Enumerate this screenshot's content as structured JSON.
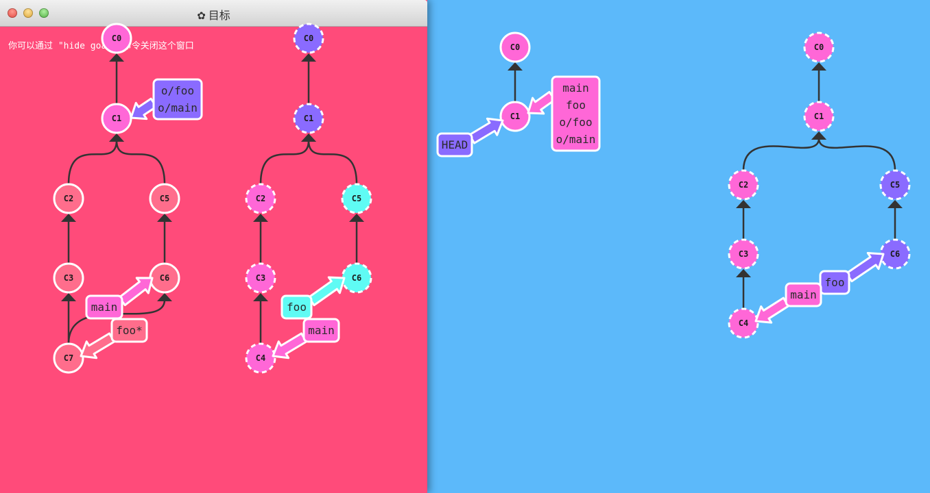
{
  "window": {
    "title": "目标",
    "title_icon": "gear-icon",
    "hint": "你可以通过 \"hide goal\" 命令关闭这个窗口"
  },
  "colors": {
    "window_bg": "#ff4b7a",
    "canvas_bg": "#5cb9fa",
    "pink": "#ff67d7",
    "salmon": "#ff6d8c",
    "purple": "#8a6bff",
    "cyan": "#5ffbf4",
    "edge": "#333333"
  },
  "goal": {
    "local": {
      "commits": [
        {
          "id": "C0",
          "color": "pink",
          "style": "solid"
        },
        {
          "id": "C1",
          "color": "pink",
          "style": "solid"
        },
        {
          "id": "C2",
          "color": "salmon",
          "style": "solid"
        },
        {
          "id": "C5",
          "color": "salmon",
          "style": "solid"
        },
        {
          "id": "C3",
          "color": "salmon",
          "style": "solid"
        },
        {
          "id": "C6",
          "color": "salmon",
          "style": "solid"
        },
        {
          "id": "C7",
          "color": "salmon",
          "style": "solid"
        }
      ],
      "branches": [
        {
          "label": "o/foo\no/main",
          "target": "C1",
          "color": "purple"
        },
        {
          "label": "main",
          "target": "C6",
          "color": "pink"
        },
        {
          "label": "foo*",
          "target": "C7",
          "color": "salmon"
        }
      ]
    },
    "remote": {
      "commits": [
        {
          "id": "C0",
          "color": "purple",
          "style": "dashed"
        },
        {
          "id": "C1",
          "color": "purple",
          "style": "dashed"
        },
        {
          "id": "C2",
          "color": "pink",
          "style": "dashed"
        },
        {
          "id": "C5",
          "color": "cyan",
          "style": "dashed"
        },
        {
          "id": "C3",
          "color": "pink",
          "style": "dashed"
        },
        {
          "id": "C6",
          "color": "cyan",
          "style": "dashed"
        },
        {
          "id": "C4",
          "color": "pink",
          "style": "dashed"
        }
      ],
      "branches": [
        {
          "label": "foo",
          "target": "C6",
          "color": "cyan"
        },
        {
          "label": "main",
          "target": "C4",
          "color": "pink"
        }
      ]
    }
  },
  "current": {
    "local": {
      "commits": [
        {
          "id": "C0",
          "color": "pink",
          "style": "solid"
        },
        {
          "id": "C1",
          "color": "pink",
          "style": "solid"
        }
      ],
      "branches": [
        {
          "label": "main\nfoo\no/foo\no/main",
          "target": "C1",
          "color": "pink"
        },
        {
          "label": "HEAD",
          "target": "C1",
          "color": "purple"
        }
      ]
    },
    "remote": {
      "commits": [
        {
          "id": "C0",
          "color": "pink",
          "style": "dashed"
        },
        {
          "id": "C1",
          "color": "pink",
          "style": "dashed"
        },
        {
          "id": "C2",
          "color": "pink",
          "style": "dashed"
        },
        {
          "id": "C5",
          "color": "purple",
          "style": "dashed"
        },
        {
          "id": "C3",
          "color": "pink",
          "style": "dashed"
        },
        {
          "id": "C6",
          "color": "purple",
          "style": "dashed"
        },
        {
          "id": "C4",
          "color": "pink",
          "style": "dashed"
        }
      ],
      "branches": [
        {
          "label": "foo",
          "target": "C6",
          "color": "purple"
        },
        {
          "label": "main",
          "target": "C4",
          "color": "pink"
        }
      ]
    }
  }
}
